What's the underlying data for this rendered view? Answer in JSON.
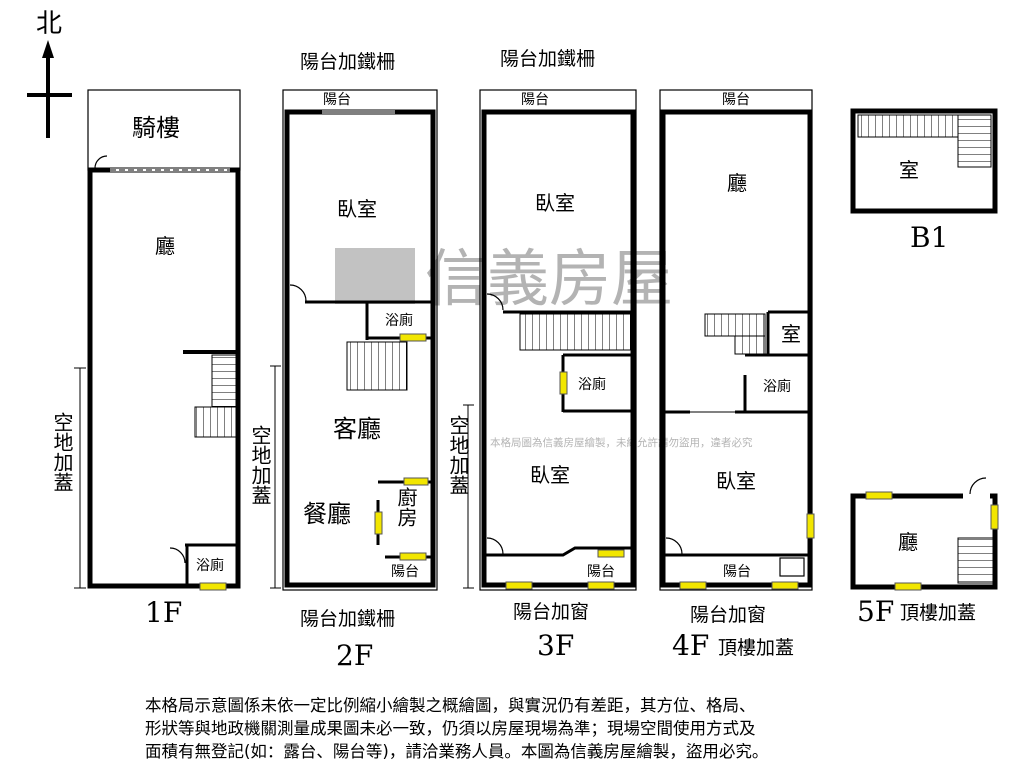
{
  "compass": {
    "north": "北"
  },
  "floors": {
    "f1": {
      "label": "1F",
      "arcade": "騎樓",
      "hall": "廳",
      "bath": "浴廁",
      "annex": "空地加蓋"
    },
    "f2": {
      "label": "2F",
      "top_note": "陽台加鐵柵",
      "top_balcony": "陽台",
      "bedroom": "臥室",
      "bath": "浴廁",
      "living": "客廳",
      "dining": "餐廳",
      "kitchen": "廚房",
      "bottom_balcony": "陽台",
      "bottom_note": "陽台加鐵柵",
      "annex": "空地加蓋"
    },
    "f3": {
      "label": "3F",
      "top_note": "陽台加鐵柵",
      "top_balcony": "陽台",
      "bedroom1": "臥室",
      "bath": "浴廁",
      "bedroom2": "臥室",
      "bottom_balcony": "陽台",
      "bottom_note": "陽台加窗",
      "annex": "空地加蓋"
    },
    "f4": {
      "label": "4F",
      "label_note": "頂樓加蓋",
      "top_balcony": "陽台",
      "hall": "廳",
      "room": "室",
      "bath": "浴廁",
      "bedroom": "臥室",
      "bottom_balcony": "陽台",
      "bottom_note": "陽台加窗"
    },
    "b1": {
      "label": "B1",
      "room": "室"
    },
    "f5": {
      "label": "5F",
      "label_note": "頂樓加蓋",
      "hall": "廳"
    }
  },
  "watermark": {
    "brand": "信義房屋",
    "notice": "本格局圖為信義房屋繪製，未經允許請勿盜用，違者必究"
  },
  "disclaimer": {
    "line1": "本格局示意圖係未依一定比例縮小繪製之概繪圖，與實況仍有差距，其方位、格局、",
    "line2": "形狀等與地政機關測量成果圖未必一致，仍須以房屋現場為準；現場空間使用方式及",
    "line3": "面積有無登記(如：露台、陽台等)，請洽業務人員。本圖為信義房屋繪製，盜用必究。"
  },
  "colors": {
    "window": "#f2e600",
    "watermark": "#9a9a9a"
  }
}
